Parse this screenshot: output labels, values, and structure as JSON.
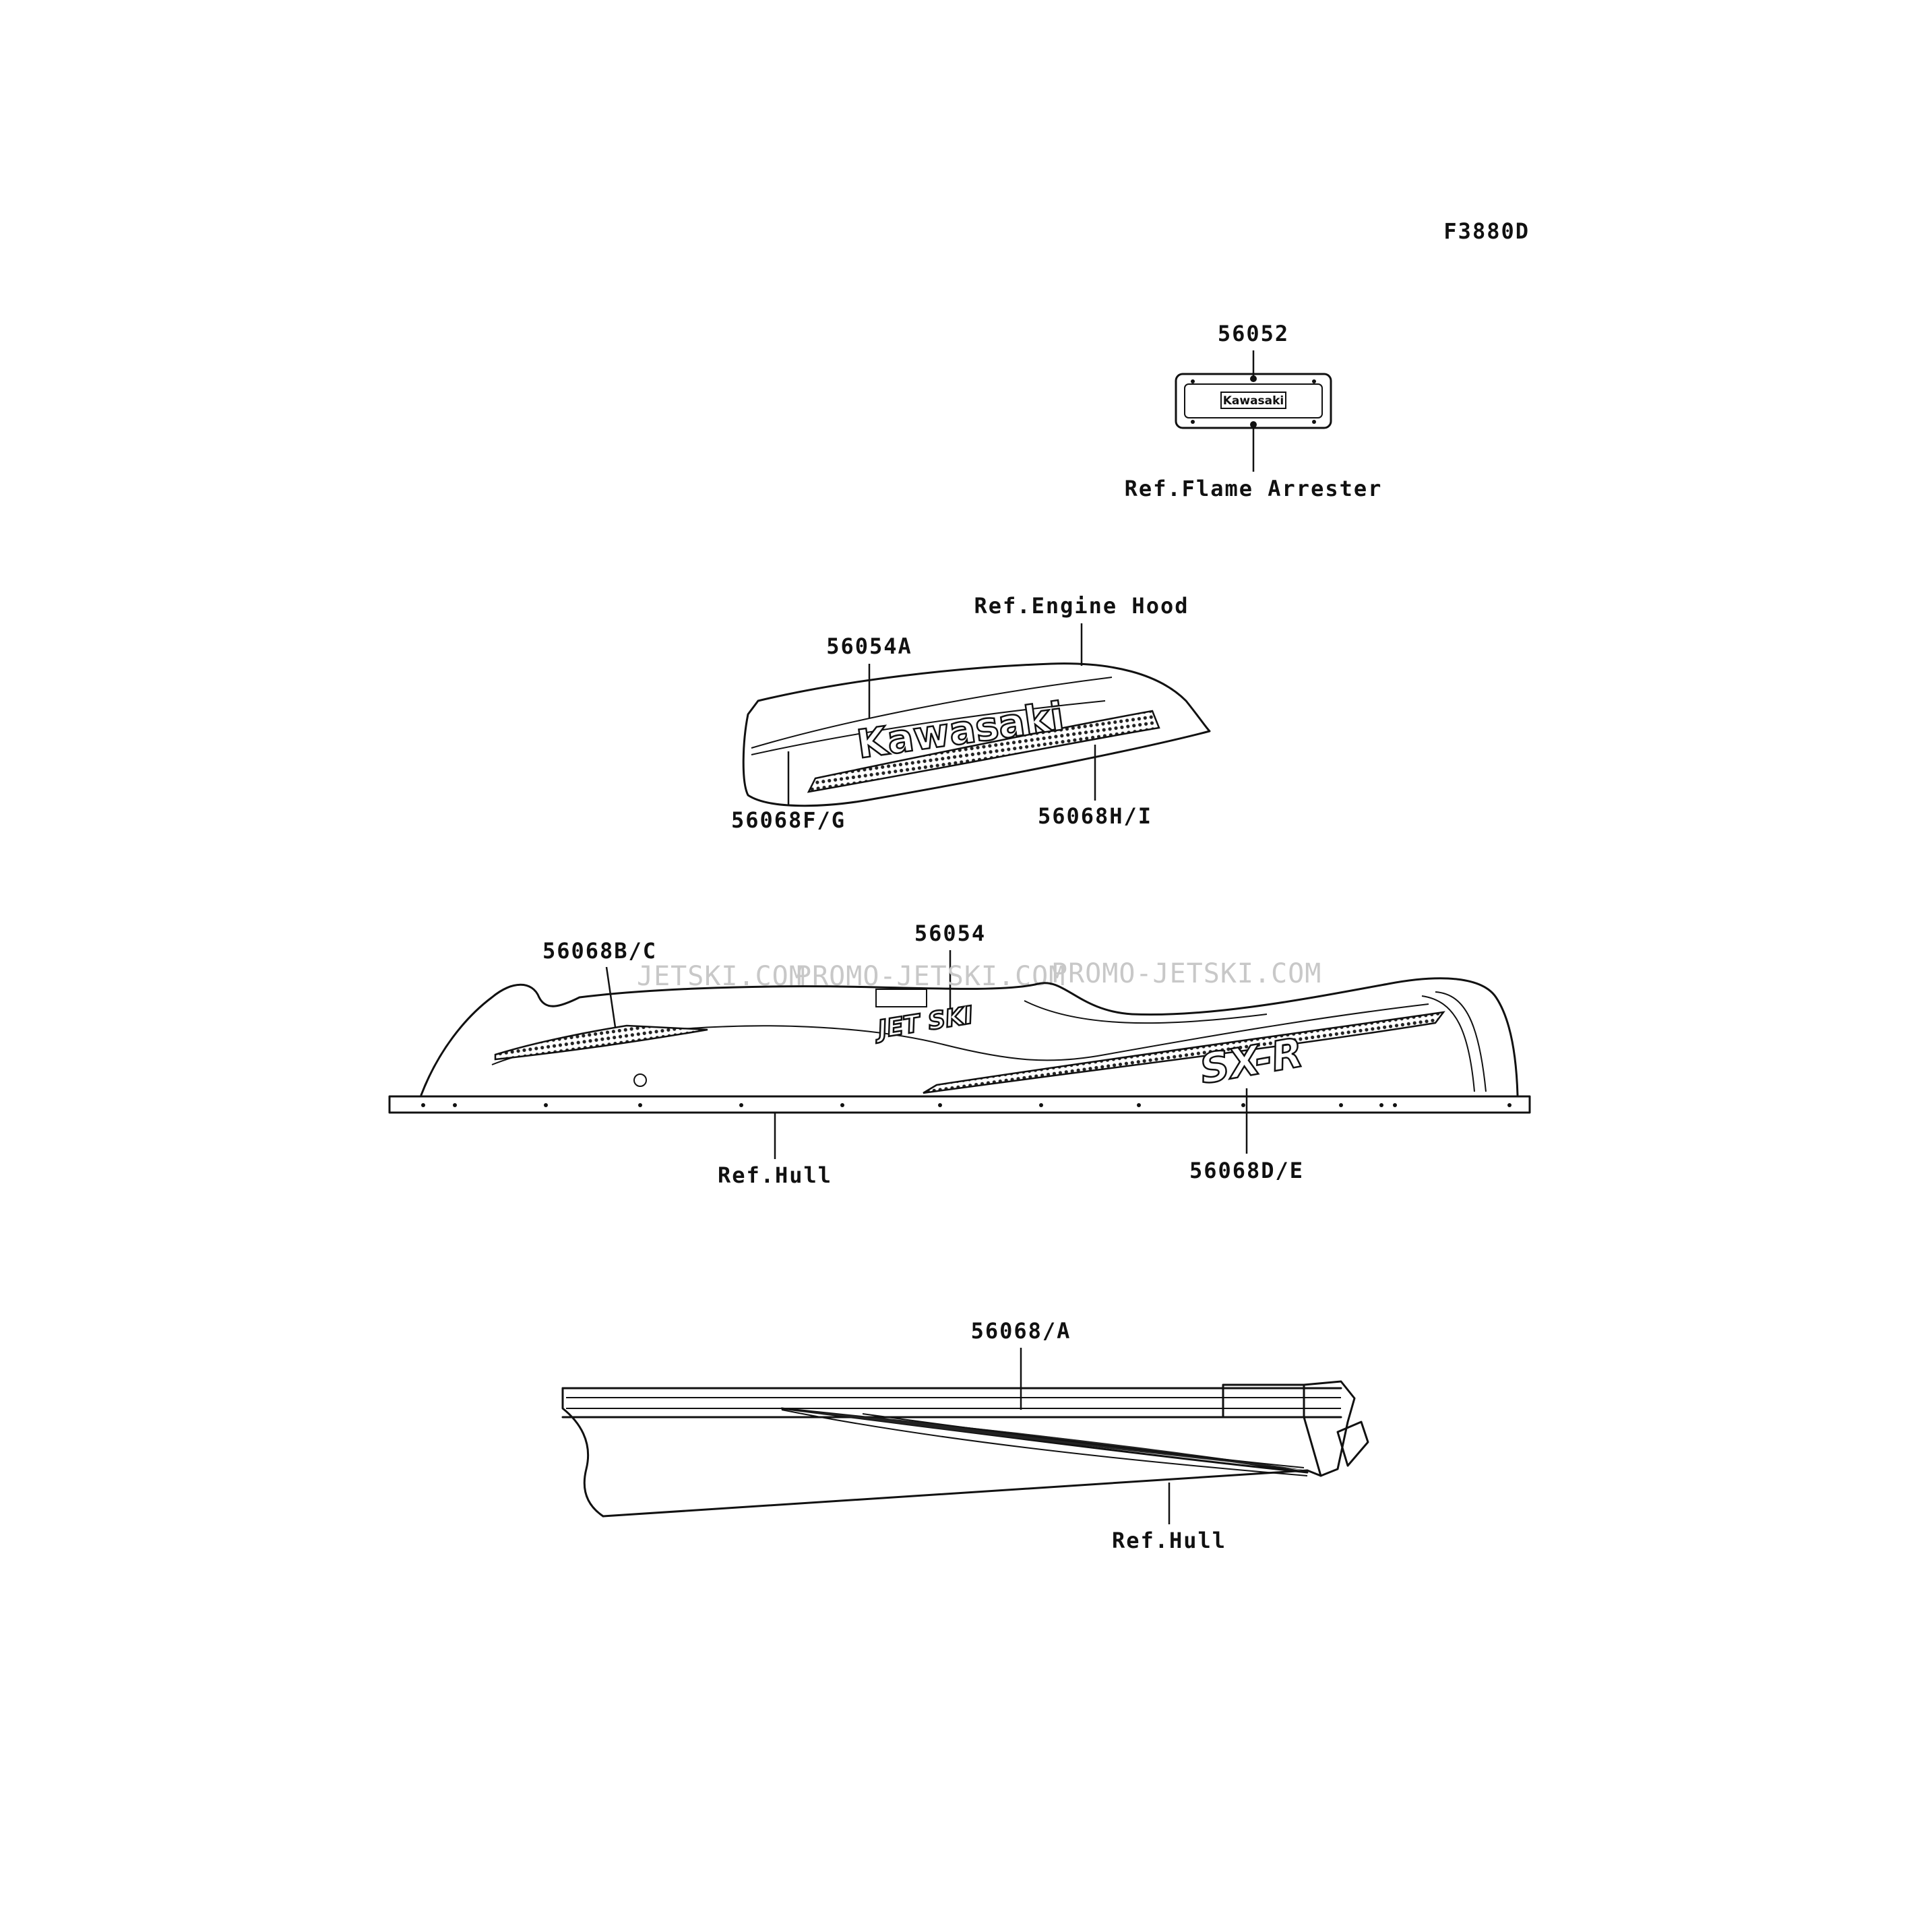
{
  "figure_code": "F3880D",
  "watermarks": [
    "JETSKI.COM",
    "PROMO-JETSKI.COM",
    "PROMO-JETSKI.COM"
  ],
  "logos": {
    "hood": "Kawasaki",
    "flame_arrester": "Kawasaki",
    "hull": "JET SKI",
    "model": "SX-R"
  },
  "callouts": {
    "flame_part": "56052",
    "flame_ref": "Ref.Flame Arrester",
    "hood_ref": "Ref.Engine Hood",
    "hood_logo": "56054A",
    "hood_left": "56068F/G",
    "hood_right": "56068H/I",
    "hull_bc": "56068B/C",
    "hull_logo": "56054",
    "hull_ref": "Ref.Hull",
    "hull_de": "56068D/E",
    "bottom_part": "56068/A",
    "bottom_ref": "Ref.Hull"
  }
}
